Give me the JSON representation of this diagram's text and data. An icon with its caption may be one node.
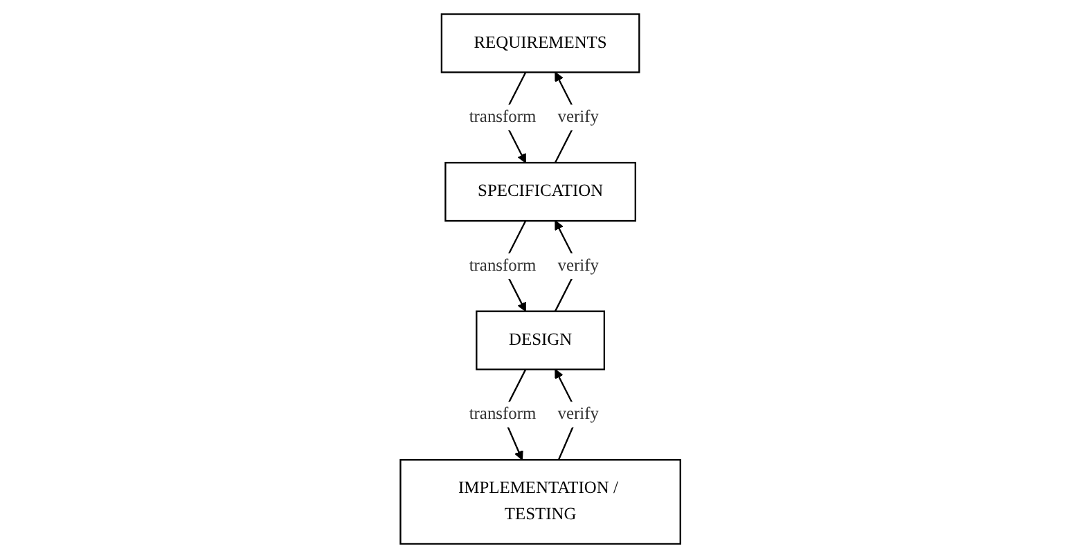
{
  "diagram": {
    "nodes": [
      {
        "text": [
          "REQUIREMENTS"
        ]
      },
      {
        "text": [
          "SPECIFICATION"
        ]
      },
      {
        "text": [
          "DESIGN"
        ]
      },
      {
        "text": [
          "IMPLEMENTATION / TESTING"
        ]
      }
    ],
    "edges": [
      {
        "from": 0,
        "to": 1,
        "arrow": "to",
        "label": "transform"
      },
      {
        "from": 1,
        "to": 0,
        "arrow": "to",
        "label": "verify"
      },
      {
        "from": 1,
        "to": 2,
        "arrow": "to",
        "label": "transform"
      },
      {
        "from": 2,
        "to": 1,
        "arrow": "to",
        "label": "verify"
      },
      {
        "from": 2,
        "to": 3,
        "arrow": "to",
        "label": "transform"
      },
      {
        "from": 3,
        "to": 2,
        "arrow": "to",
        "label": "verify"
      }
    ]
  }
}
